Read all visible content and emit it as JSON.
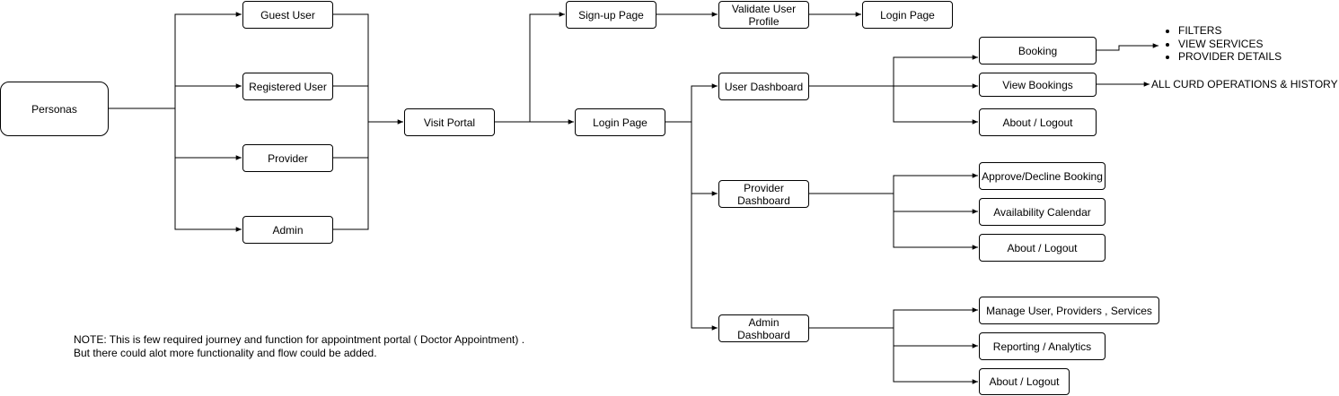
{
  "personas": "Personas",
  "guest_user": "Guest User",
  "registered_user": "Registered User",
  "provider": "Provider",
  "admin": "Admin",
  "visit_portal": "Visit Portal",
  "signup_page": "Sign-up Page",
  "validate_user_profile": "Validate User Profile",
  "login_page_top": "Login Page",
  "login_page": "Login Page",
  "user_dashboard": "User Dashboard",
  "provider_dashboard": "Provider Dashboard",
  "admin_dashboard": "Admin Dashboard",
  "booking": "Booking",
  "view_bookings": "View Bookings",
  "about_logout_user": "About / Logout",
  "approve_decline": "Approve/Decline Booking",
  "availability_calendar": "Availability Calendar",
  "about_logout_provider": "About / Logout",
  "manage_users": "Manage User, Providers , Services",
  "reporting_analytics": "Reporting / Analytics",
  "about_logout_admin": "About / Logout",
  "booking_details": [
    "FILTERS",
    "VIEW SERVICES",
    "PROVIDER DETAILS"
  ],
  "curd_ops": "ALL CURD OPERATIONS & HISTORY",
  "note_line1": "NOTE: This is few required journey and function for appointment portal ( Doctor Appointment) .",
  "note_line2": "But there could alot more functionality and flow could be added."
}
